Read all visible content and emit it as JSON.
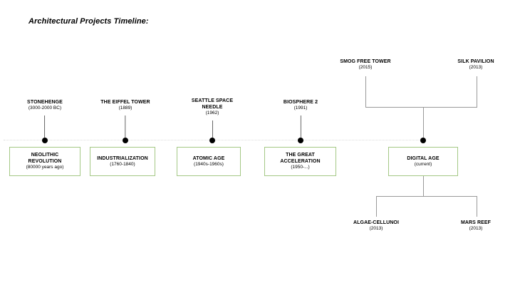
{
  "title": "Architectural Projects Timeline:",
  "colors": {
    "background": "#ffffff",
    "box_border": "#a4c885",
    "dot": "#000000",
    "stem": "#666666",
    "bracket": "#999999",
    "dotted": "#dcdcdc"
  },
  "timeline": {
    "events": [
      {
        "name": "STONEHENGE",
        "date": "(3000-2000 BC)"
      },
      {
        "name": "THE EIFFEL TOWER",
        "date": "(1889)"
      },
      {
        "name": "SEATTLE SPACE NEEDLE",
        "date": "(1962)"
      },
      {
        "name": "BIOSPHERE 2",
        "date": "(1991)"
      }
    ],
    "eras": [
      {
        "name": "NEOLITHIC REVOLUTION",
        "date": "(80000 years ago)"
      },
      {
        "name": "INDUSTRIALIZATION",
        "date": "(1760-1840)"
      },
      {
        "name": "ATOMIC AGE",
        "date": "(1940s-1960s)"
      },
      {
        "name": "THE GREAT ACCELERATION",
        "date": "(1950-...)"
      },
      {
        "name": "DIGITAL AGE",
        "date": "(current)"
      }
    ],
    "upper_branch": [
      {
        "name": "SMOG FREE TOWER",
        "date": "(2015)"
      },
      {
        "name": "SILK PAVILION",
        "date": "(2013)"
      }
    ],
    "lower_branch": [
      {
        "name": "ALGAE-CELLUNOI",
        "date": "(2013)"
      },
      {
        "name": "MARS REEF",
        "date": "(2013)"
      }
    ]
  }
}
